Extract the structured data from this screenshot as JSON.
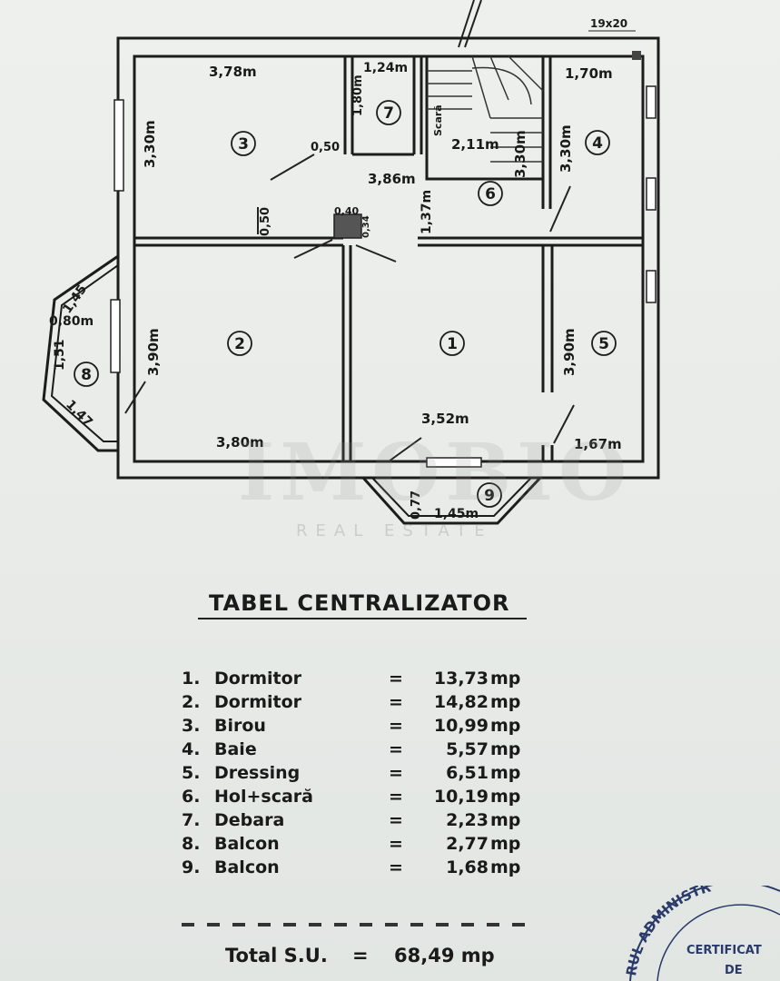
{
  "plan": {
    "rooms": [
      {
        "number": "1"
      },
      {
        "number": "2"
      },
      {
        "number": "3"
      },
      {
        "number": "4"
      },
      {
        "number": "5"
      },
      {
        "number": "6"
      },
      {
        "number": "7"
      },
      {
        "number": "8"
      },
      {
        "number": "9"
      }
    ],
    "dimensions": {
      "corner": "19x20",
      "r3_width": "3,78m",
      "r7_width": "1,24m",
      "r4_width": "1,70m",
      "r3_height": "3,30m",
      "r7_height": "1,80m",
      "stair_label": "Scară",
      "d050a": "0,50",
      "hall_width": "2,11m",
      "stair_height": "3,30m",
      "r4_height": "3,30m",
      "hall_depth": "3,86m",
      "hall_height": "1,37m",
      "d050b": "0,50",
      "chimney_a": "0,40",
      "chimney_b": "0,34",
      "balcony8_a": "1,45",
      "balcony8_b": "0,80m",
      "balcony8_c": "1,51",
      "balcony8_d": "1,47",
      "r2_height": "3,90m",
      "r5_height": "3,90m",
      "r1_width": "3,52m",
      "r2_width": "3,80m",
      "r5_width": "1,67m",
      "balcony9_a": "0,77",
      "balcony9_b": "1,45m"
    }
  },
  "watermark": {
    "brand": "IMOBIO",
    "tagline": "REAL ESTATE"
  },
  "table": {
    "title": "TABEL CENTRALIZATOR",
    "rows": [
      {
        "num": "1.",
        "name": "Dormitor",
        "eq": "=",
        "value": "13,73",
        "unit": "mp"
      },
      {
        "num": "2.",
        "name": "Dormitor",
        "eq": "=",
        "value": "14,82",
        "unit": "mp"
      },
      {
        "num": "3.",
        "name": "Birou",
        "eq": "=",
        "value": "10,99",
        "unit": "mp"
      },
      {
        "num": "4.",
        "name": "Baie",
        "eq": "=",
        "value": "5,57",
        "unit": "mp"
      },
      {
        "num": "5.",
        "name": "Dressing",
        "eq": "=",
        "value": "6,51",
        "unit": "mp"
      },
      {
        "num": "6.",
        "name": "Hol+scară",
        "eq": "=",
        "value": "10,19",
        "unit": "mp"
      },
      {
        "num": "7.",
        "name": "Debara",
        "eq": "=",
        "value": "2,23",
        "unit": "mp"
      },
      {
        "num": "8.",
        "name": "Balcon",
        "eq": "=",
        "value": "2,77",
        "unit": "mp"
      },
      {
        "num": "9.",
        "name": "Balcon",
        "eq": "=",
        "value": "1,68",
        "unit": "mp"
      }
    ],
    "total_label": "Total S.U.",
    "total_eq": "=",
    "total_value": "68,49 mp"
  },
  "stamp": {
    "arc_text": "RUL ADMINISTR",
    "line1": "CERTIFICAT",
    "line2": "DE"
  }
}
